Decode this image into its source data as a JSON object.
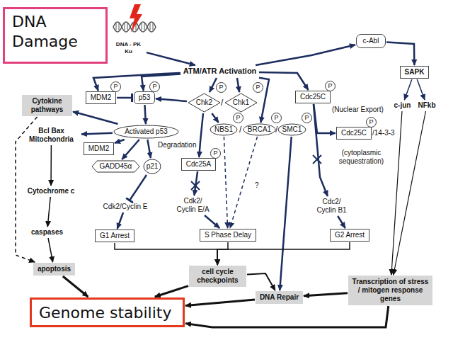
{
  "diagram": {
    "nodes": [
      {
        "text": [
          "DNA Damage"
        ]
      },
      {
        "text": [
          "DNA - PK Ku"
        ]
      },
      {
        "text": [
          "c-Abl"
        ]
      },
      {
        "text": [
          "ATM/ATR Activation"
        ]
      },
      {
        "text": [
          "SAPK"
        ]
      },
      {
        "text": [
          "P",
          "MDM2"
        ]
      },
      {
        "text": [
          "P",
          "p53"
        ]
      },
      {
        "text": [
          "P",
          "Chk2"
        ]
      },
      {
        "text": [
          "P",
          "Chk1"
        ]
      },
      {
        "text": [
          "P",
          "Cdc25C"
        ]
      },
      {
        "text": [
          "Cytokine pathways"
        ]
      },
      {
        "text": [
          "c-jun"
        ]
      },
      {
        "text": [
          "NFkb"
        ]
      },
      {
        "text": [
          "P",
          "NBS1"
        ]
      },
      {
        "text": [
          "P",
          "BRCA1"
        ]
      },
      {
        "text": [
          "P",
          "SMC1"
        ]
      },
      {
        "text": [
          "P",
          "Cdc25C"
        ]
      },
      {
        "text": [
          "Activated p53"
        ]
      },
      {
        "text": [
          "Bcl Bax Mitochondria"
        ]
      },
      {
        "text": [
          "MDM2"
        ]
      },
      {
        "text": [
          "GADD45α"
        ]
      },
      {
        "text": [
          "p21"
        ]
      },
      {
        "text": [
          "P",
          "Cdc25A"
        ]
      },
      {
        "text": [
          "Cytochrome c"
        ]
      },
      {
        "text": [
          "Cdk2/Cyclin E"
        ]
      },
      {
        "text": [
          "Cdk2/ Cyclin E/A"
        ]
      },
      {
        "text": [
          "Cdc2/ Cyclin B1"
        ]
      },
      {
        "text": [
          "caspases"
        ]
      },
      {
        "text": [
          "G1 Arrest"
        ]
      },
      {
        "text": [
          "S Phase Delay"
        ]
      },
      {
        "text": [
          "G2 Arrest"
        ]
      },
      {
        "text": [
          "apoptosis"
        ]
      },
      {
        "text": [
          "cell cycle checkpoints"
        ]
      },
      {
        "text": [
          "DNA Repair"
        ]
      },
      {
        "text": [
          "Transcription of stress / mitogen response genes"
        ]
      },
      {
        "text": [
          "Genome stability"
        ]
      }
    ],
    "edges": [
      {
        "from": 1,
        "to": 3,
        "arrow": "to"
      },
      {
        "from": 3,
        "to": 2,
        "arrow": "to"
      },
      {
        "from": 2,
        "to": 4,
        "arrow": "to"
      },
      {
        "from": 4,
        "to": 11,
        "arrow": "to"
      },
      {
        "from": 4,
        "to": 12,
        "arrow": "to"
      },
      {
        "from": 3,
        "to": 5,
        "arrow": "to"
      },
      {
        "from": 3,
        "to": 6,
        "arrow": "to"
      },
      {
        "from": 3,
        "to": 7,
        "arrow": "to"
      },
      {
        "from": 3,
        "to": 8,
        "arrow": "to"
      },
      {
        "from": 3,
        "to": 9,
        "arrow": "to"
      },
      {
        "from": 3,
        "to": 14,
        "arrow": "to"
      },
      {
        "from": 5,
        "to": 6,
        "arrow": "to"
      },
      {
        "from": 7,
        "to": 6,
        "arrow": "to"
      },
      {
        "from": 7,
        "to": 13,
        "arrow": "to"
      },
      {
        "from": 7,
        "to": 22,
        "arrow": "to"
      },
      {
        "from": 9,
        "to": 16,
        "arrow": "to"
      },
      {
        "from": 9,
        "to": 26,
        "arrow": "to"
      },
      {
        "from": 6,
        "to": 17,
        "arrow": "to"
      },
      {
        "from": 17,
        "to": 10,
        "arrow": "to"
      },
      {
        "from": 17,
        "to": 18,
        "arrow": "to"
      },
      {
        "from": 17,
        "to": 19,
        "arrow": "to"
      },
      {
        "from": 17,
        "to": 20,
        "arrow": "to"
      },
      {
        "from": 17,
        "to": 21,
        "arrow": "to"
      },
      {
        "from": 21,
        "to": 24,
        "arrow": "to"
      },
      {
        "from": 24,
        "to": 28,
        "arrow": "to"
      },
      {
        "from": 22,
        "to": 25,
        "arrow": "to"
      },
      {
        "from": 25,
        "to": 29,
        "arrow": "to"
      },
      {
        "from": 13,
        "to": 29,
        "arrow": "to"
      },
      {
        "from": 14,
        "to": 29,
        "arrow": "to"
      },
      {
        "from": 15,
        "to": 33,
        "arrow": "to"
      },
      {
        "from": 26,
        "to": 30,
        "arrow": "to"
      },
      {
        "from": 10,
        "to": 31,
        "arrow": "to"
      },
      {
        "from": 18,
        "to": 23,
        "arrow": "to"
      },
      {
        "from": 23,
        "to": 27,
        "arrow": "to"
      },
      {
        "from": 27,
        "to": 31,
        "arrow": "to"
      },
      {
        "from": 31,
        "to": 35,
        "arrow": "to"
      },
      {
        "from": 28,
        "to": 32,
        "arrow": "to"
      },
      {
        "from": 29,
        "to": 32,
        "arrow": "to"
      },
      {
        "from": 30,
        "to": 32,
        "arrow": "to"
      },
      {
        "from": 32,
        "to": 35,
        "arrow": "to"
      },
      {
        "from": 32,
        "to": 33,
        "arrow": "to"
      },
      {
        "from": 33,
        "to": 35,
        "arrow": "to"
      },
      {
        "from": 34,
        "to": 33,
        "arrow": "to"
      },
      {
        "from": 34,
        "to": 35,
        "arrow": "to"
      },
      {
        "from": 11,
        "to": 34,
        "arrow": "to"
      },
      {
        "from": 12,
        "to": 34,
        "arrow": "to"
      }
    ],
    "labels": [
      "/",
      "/",
      "/",
      "Degradation",
      "(Nuclear Export)",
      "/14-3-3",
      "(cytoplasmic sequestration)",
      "?"
    ]
  }
}
